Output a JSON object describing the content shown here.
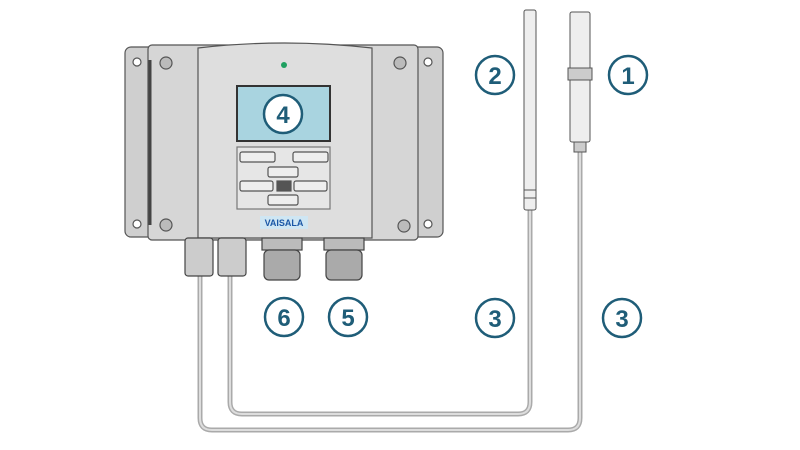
{
  "diagram": {
    "brand_logo": "VAISALA",
    "callouts": [
      {
        "id": "c1",
        "label": "1"
      },
      {
        "id": "c2",
        "label": "2"
      },
      {
        "id": "c3a",
        "label": "3"
      },
      {
        "id": "c3b",
        "label": "3"
      },
      {
        "id": "c4",
        "label": "4"
      },
      {
        "id": "c5",
        "label": "5"
      },
      {
        "id": "c6",
        "label": "6"
      }
    ],
    "colors": {
      "callout": "#1f5d78",
      "display": "#a9d4e0",
      "housing": "#d8d8d8",
      "cable": "#b5b5b5",
      "led": "#1fa060"
    }
  }
}
